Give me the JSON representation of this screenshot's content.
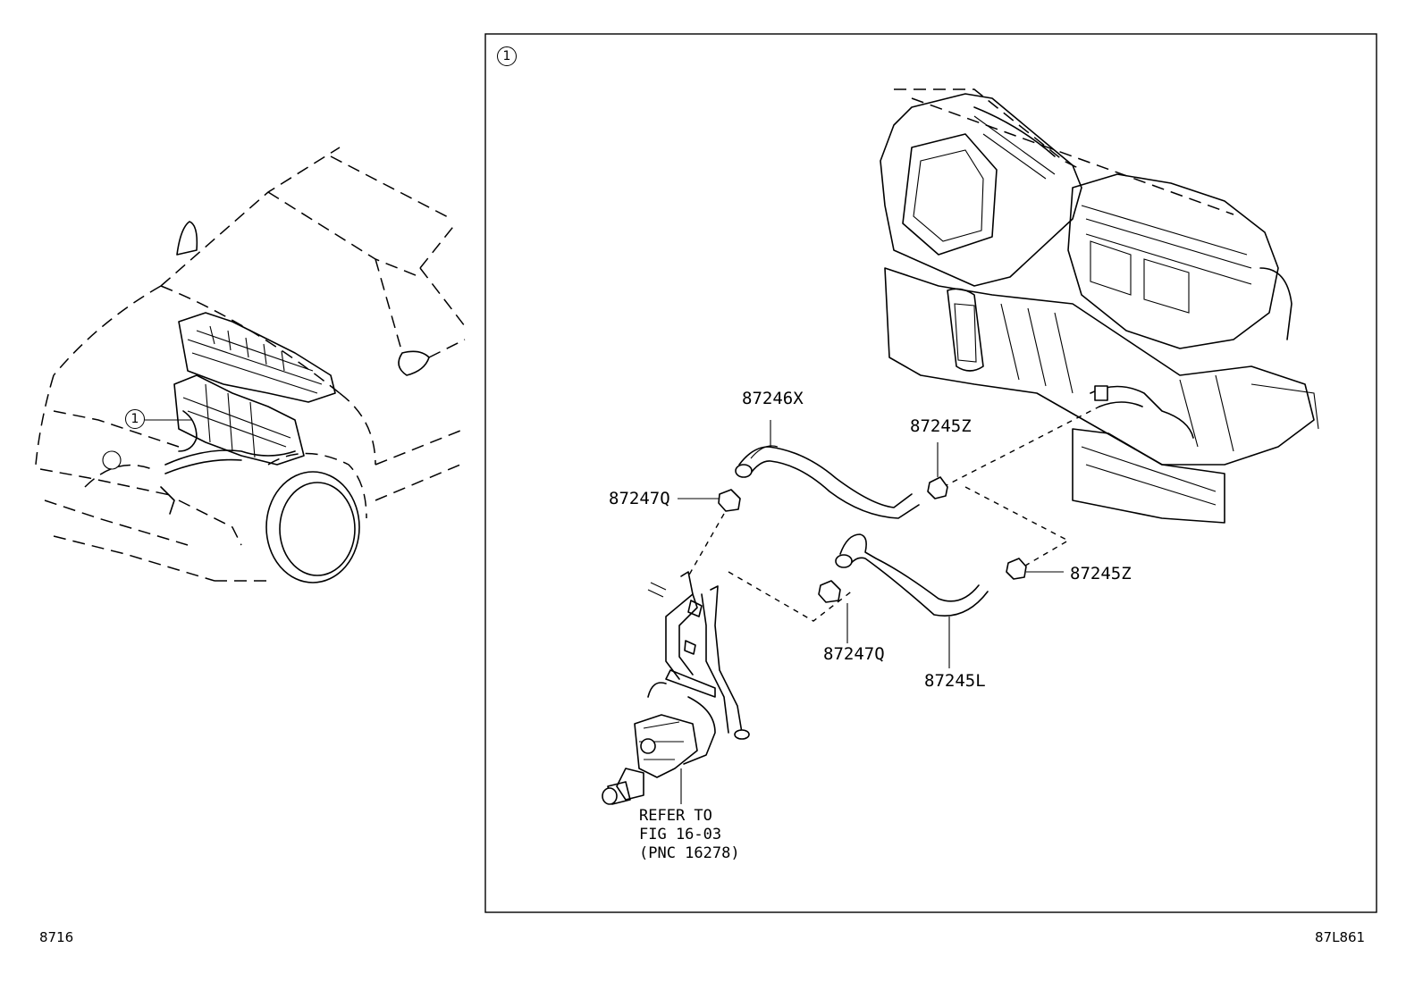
{
  "callout": {
    "symbol": "1"
  },
  "parts": {
    "hose_upper": "87246X",
    "clamp_upper_right": "87245Z",
    "clamp_upper_left": "87247Q",
    "clamp_lower_right": "87245Z",
    "clamp_lower_left": "87247Q",
    "hose_lower": "87245L"
  },
  "reference_note": {
    "line1": "REFER TO",
    "line2": "FIG 16-03",
    "line3": "(PNC 16278)"
  },
  "footer": {
    "figure_number": "8716",
    "drawing_code": "87L861"
  }
}
